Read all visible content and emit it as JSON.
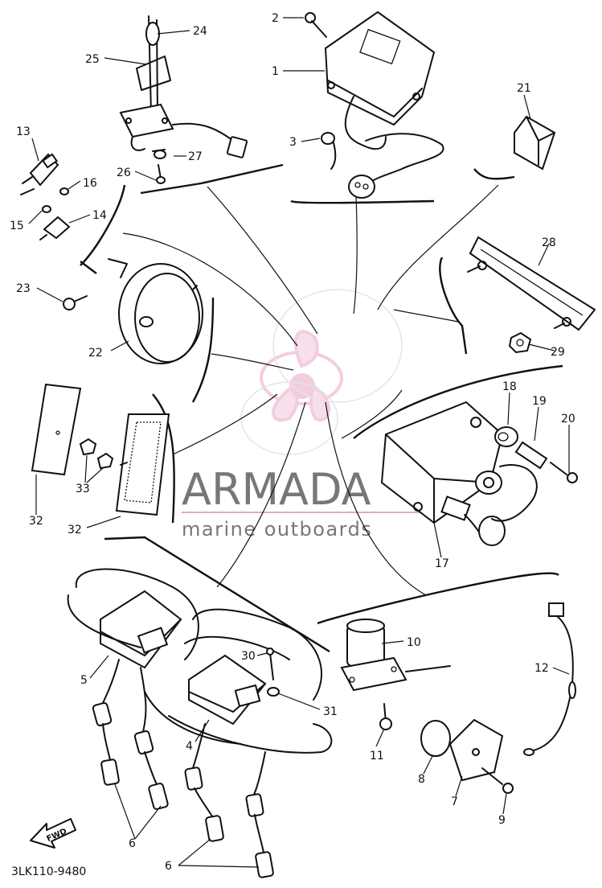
{
  "diagram": {
    "code": "3LK110-9480",
    "fwd_label": "FWD",
    "labels": {
      "p1": "1",
      "p2": "2",
      "p3": "3",
      "p4": "4",
      "p5": "5",
      "p6a": "6",
      "p6b": "6",
      "p7": "7",
      "p8": "8",
      "p9": "9",
      "p10": "10",
      "p11": "11",
      "p12": "12",
      "p13": "13",
      "p14": "14",
      "p15": "15",
      "p16": "16",
      "p17": "17",
      "p18": "18",
      "p19": "19",
      "p20": "20",
      "p21": "21",
      "p22": "22",
      "p23": "23",
      "p24": "24",
      "p25": "25",
      "p26": "26",
      "p27": "27",
      "p28": "28",
      "p29": "29",
      "p30": "30",
      "p31": "31",
      "p32a": "32",
      "p32b": "32",
      "p33": "33"
    }
  },
  "watermark": {
    "brand": "ARMADA",
    "tagline": "marine outboards",
    "accent_color": "#e8a5c8",
    "text_color": "#777777"
  }
}
